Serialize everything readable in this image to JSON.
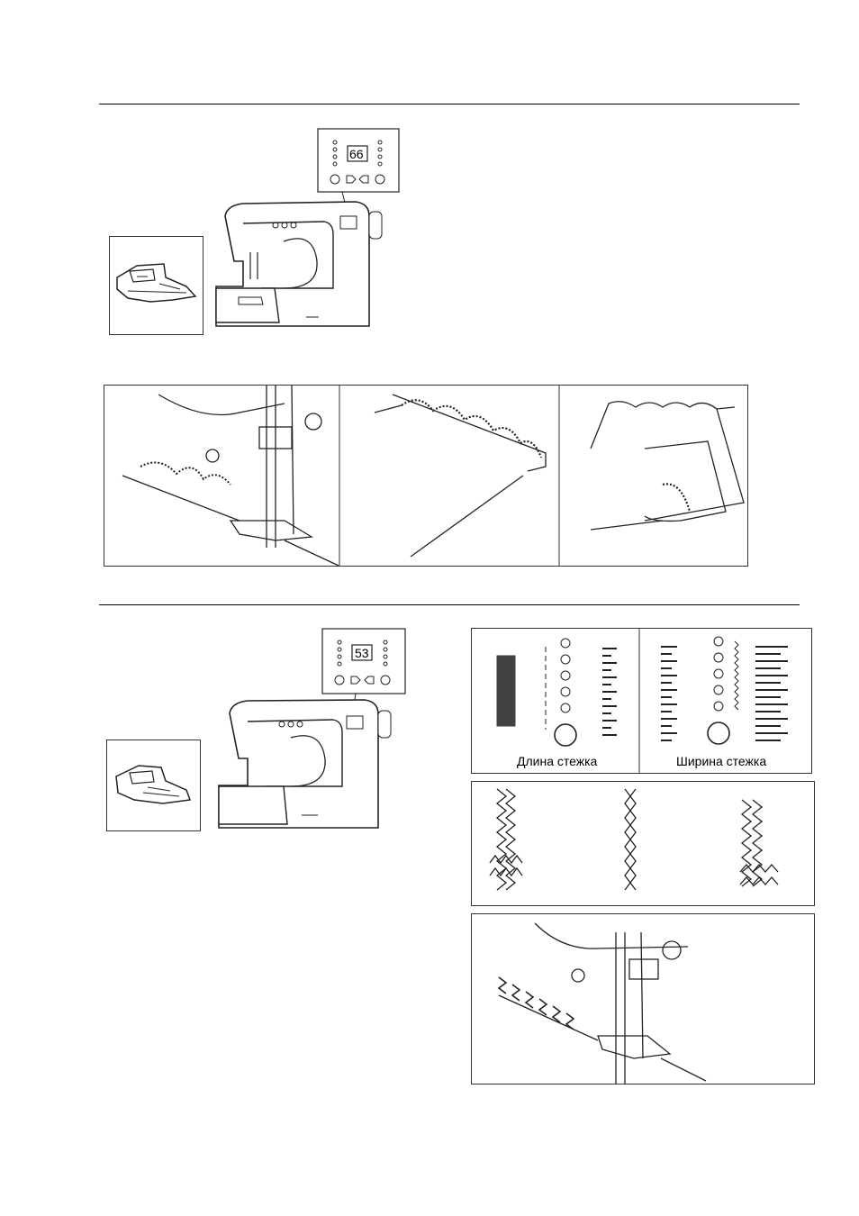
{
  "section1": {
    "display_number": "66"
  },
  "section2": {
    "display_number": "53",
    "stitch_length_label": "Длина стежка",
    "stitch_width_label": "Ширина стежка"
  }
}
